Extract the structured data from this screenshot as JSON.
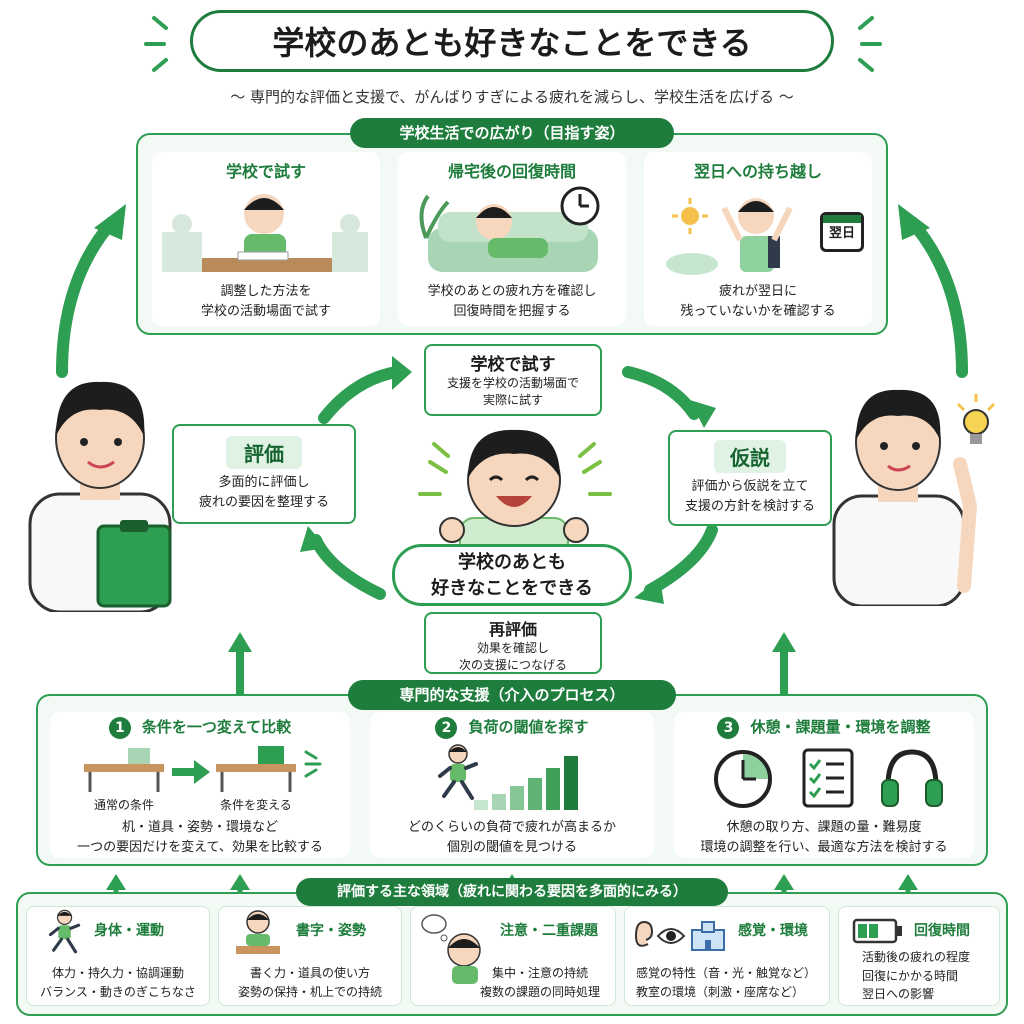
{
  "header": {
    "title": "学校のあとも好きなことをできる",
    "subtitle": "～ 専門的な評価と支援で、がんばりすぎによる疲れを減らし、学校生活を広げる ～"
  },
  "goal_section": {
    "label": "学校生活での広がり（目指す姿）",
    "cards": [
      {
        "title": "学校で試す",
        "lines": [
          "調整した方法を",
          "学校の活動場面で試す"
        ]
      },
      {
        "title": "帰宅後の回復時間",
        "lines": [
          "学校のあとの疲れ方を確認し",
          "回復時間を把握する"
        ]
      },
      {
        "title": "翌日への持ち越し",
        "lines": [
          "疲れが翌日に",
          "残っていないかを確認する"
        ],
        "calendar_label": "翌日"
      }
    ]
  },
  "cycle": {
    "top": {
      "label": "学校で試す",
      "lines": [
        "支援を学校の活動場面で",
        "実際に試す"
      ]
    },
    "left": {
      "label": "評価",
      "lines": [
        "多面的に評価し",
        "疲れの要因を整理する"
      ]
    },
    "right": {
      "label": "仮説",
      "lines": [
        "評価から仮説を立て",
        "支援の方針を検討する"
      ]
    },
    "center": {
      "lines": [
        "学校のあとも",
        "好きなことをできる"
      ]
    },
    "bottom": {
      "label": "再評価",
      "lines": [
        "効果を確認し",
        "次の支援につなげる"
      ]
    }
  },
  "support_section": {
    "label": "専門的な支援（介入のプロセス）",
    "steps": [
      {
        "num": "1",
        "title": "条件を一つ変えて比較",
        "caption_left": "通常の条件",
        "caption_right": "条件を変える",
        "lines": [
          "机・道具・姿勢・環境など",
          "一つの要因だけを変えて、効果を比較する"
        ]
      },
      {
        "num": "2",
        "title": "負荷の閾値を探す",
        "lines": [
          "どのくらいの負荷で疲れが高まるか",
          "個別の閾値を見つける"
        ]
      },
      {
        "num": "3",
        "title": "休憩・課題量・環境を調整",
        "lines": [
          "休憩の取り方、課題の量・難易度",
          "環境の調整を行い、最適な方法を検討する"
        ]
      }
    ]
  },
  "areas_section": {
    "label": "評価する主な領域（疲れに関わる要因を多面的にみる）",
    "areas": [
      {
        "title": "身体・運動",
        "lines": [
          "体力・持久力・協調運動",
          "バランス・動きのぎこちなさ"
        ]
      },
      {
        "title": "書字・姿勢",
        "lines": [
          "書く力・道具の使い方",
          "姿勢の保持・机上での持続"
        ]
      },
      {
        "title": "注意・二重課題",
        "lines": [
          "集中・注意の持続",
          "複数の課題の同時処理"
        ]
      },
      {
        "title": "感覚・環境",
        "lines": [
          "感覚の特性（音・光・触覚など）",
          "教室の環境（刺激・座席など）"
        ]
      },
      {
        "title": "回復時間",
        "lines": [
          "活動後の疲れの程度",
          "回復にかかる時間",
          "翌日への影響"
        ]
      }
    ]
  },
  "colors": {
    "primary": "#1e7d3c",
    "accent": "#2e9e52",
    "light": "#f3faf5"
  },
  "icons": [
    "sparkle-icon",
    "clock-icon",
    "sun-icon",
    "cloud-icon",
    "calendar-icon",
    "lightbulb-icon",
    "clipboard-icon",
    "desk-icon",
    "arrow-right-icon",
    "runner-icon",
    "bar-steps-icon",
    "checklist-icon",
    "headphones-icon",
    "ear-icon",
    "eye-icon",
    "school-icon",
    "battery-icon",
    "thought-bubble-icon"
  ]
}
